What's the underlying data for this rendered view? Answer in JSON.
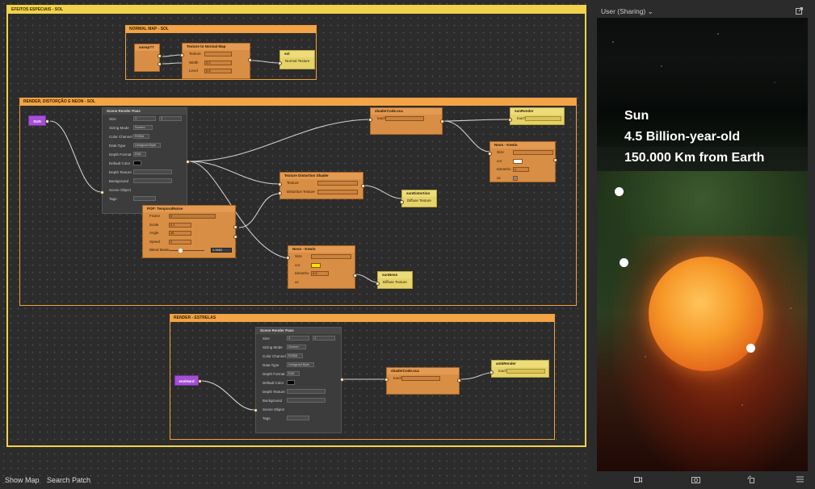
{
  "groups": {
    "outer": "EFEITOS ESPECIAIS - SOL",
    "normal": "NORMAL MAP - SOL",
    "render": "RENDER, DISTORÇÃO E NEON - SOL",
    "stars": "RENDER - ESTRELAS"
  },
  "normal_map": {
    "sunsp": "sunsp??",
    "ttnm_title": "Texture to Normal Map",
    "ttnm_rows": [
      "Texture",
      "Width",
      "Level"
    ],
    "ttnm_vals": [
      "",
      "0,2",
      "0,8"
    ],
    "sol_title": "sol",
    "sol_row": "Normal Texture"
  },
  "render": {
    "sun_node": "SUN",
    "srp_title": "Scene Render Pass",
    "srp_rows": [
      "Size",
      "Sizing Mode",
      "Color Channel",
      "Data Type",
      "Depth Format",
      "Default Color",
      "Depth Texture",
      "Background",
      "Scene Object",
      "Tags"
    ],
    "srp_vals": [
      "1",
      "Screen",
      "RGBA",
      "Unsigned Byte",
      "D16",
      "",
      "",
      "",
      "",
      ""
    ],
    "srp_size2": "1",
    "shader_title": "shaderCode.sca",
    "shader_row": "touch",
    "sunrender_title": "sunRender",
    "sunrender_row": "touch",
    "neon1_title": "Neon - Kewin",
    "neon1_rows": [
      "Size",
      "cor",
      "tamanho",
      "uv"
    ],
    "neon1_val": "1",
    "tdist_title": "Texture Distortion Shader",
    "tdist_rows": [
      "Texture",
      "Distortion Texture"
    ],
    "sundist_title": "sunDistortion",
    "sundist_row": "Diffuse Texture",
    "pop_title": "POP: TemporalNoise",
    "pop_rows": [
      "Frame",
      "Scale",
      "Angle",
      "Speed",
      "Blend Mode"
    ],
    "pop_vals": [
      "0",
      "0,1",
      "45",
      "2",
      "2,9882"
    ],
    "neon2_title": "Neon - Kewin",
    "neon2_rows": [
      "Size",
      "cor",
      "tamanho",
      "uv"
    ],
    "neon2_val": "0,5",
    "sunneon_title": "sunNeon",
    "sunneon_row": "Diffuse Texture"
  },
  "stars": {
    "node": "enviHard",
    "srp_title": "Scene Render Pass",
    "srp_rows": [
      "Size",
      "Sizing Mode",
      "Color Channel",
      "Data Type",
      "Depth Format",
      "Default Color",
      "Depth Texture",
      "Background",
      "Scene Object",
      "Tags"
    ],
    "srp_vals": [
      "1",
      "Screen",
      "RGBA",
      "Unsigned Byte",
      "D16",
      "",
      "",
      "",
      "",
      ""
    ],
    "srp_size2": "1",
    "shader_title": "shaderCode.sca",
    "shader_row": "touch",
    "ambrender_title": "ambRender",
    "ambrender_row": "touch"
  },
  "bottombar": {
    "show_map": "Show Map",
    "search_patch": "Search Patch"
  },
  "preview": {
    "header": "User (Sharing)",
    "caption_title": "Sun",
    "caption_line1": "4.5 Billion-year-old",
    "caption_line2": "150.000 Km from Earth"
  },
  "colors": {
    "group_border": "#f0a040",
    "outer_border": "#f2d24a",
    "node_orange": "#d98e45",
    "node_yellow": "#e5d36a",
    "node_purple": "#a64fd6"
  }
}
